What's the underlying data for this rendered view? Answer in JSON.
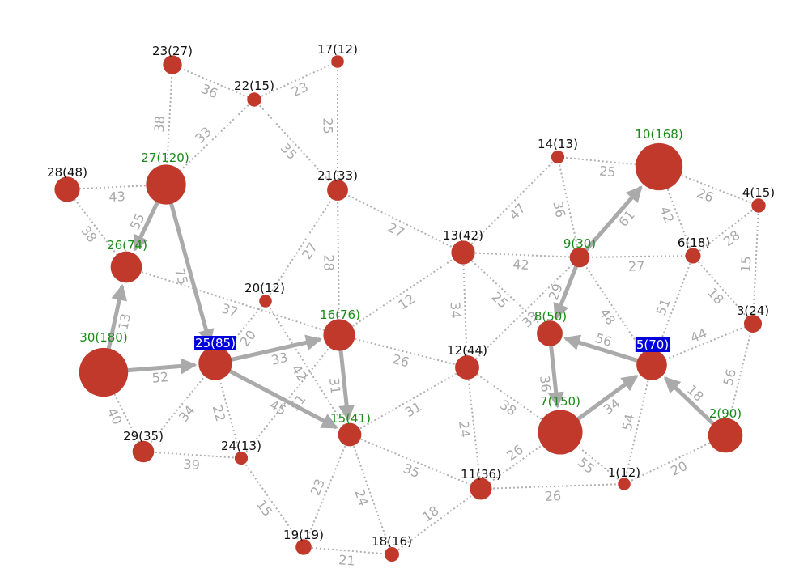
{
  "colors": {
    "node_fill": "#c0392b",
    "edge_dotted": "#b0b0b0",
    "edge_path": "#aaaaaa",
    "label_default": "#111111",
    "label_path": "#1a8a1a",
    "label_highlight_text": "#ffffff",
    "label_highlight_bg": "#0000dd",
    "edge_label": "#a9a9a9"
  },
  "nodes": [
    {
      "id": "1",
      "label": "1(12)",
      "weight": 12,
      "style": "default"
    },
    {
      "id": "2",
      "label": "2(90)",
      "weight": 90,
      "style": "path"
    },
    {
      "id": "3",
      "label": "3(24)",
      "weight": 24,
      "style": "default"
    },
    {
      "id": "4",
      "label": "4(15)",
      "weight": 15,
      "style": "default"
    },
    {
      "id": "5",
      "label": "5(70)",
      "weight": 70,
      "style": "highlight"
    },
    {
      "id": "6",
      "label": "6(18)",
      "weight": 18,
      "style": "default"
    },
    {
      "id": "7",
      "label": "7(150)",
      "weight": 150,
      "style": "path"
    },
    {
      "id": "8",
      "label": "8(50)",
      "weight": 50,
      "style": "path"
    },
    {
      "id": "9",
      "label": "9(30)",
      "weight": 30,
      "style": "path"
    },
    {
      "id": "10",
      "label": "10(168)",
      "weight": 168,
      "style": "path"
    },
    {
      "id": "11",
      "label": "11(36)",
      "weight": 36,
      "style": "default"
    },
    {
      "id": "12",
      "label": "12(44)",
      "weight": 44,
      "style": "default"
    },
    {
      "id": "13",
      "label": "13(42)",
      "weight": 42,
      "style": "default"
    },
    {
      "id": "14",
      "label": "14(13)",
      "weight": 13,
      "style": "default"
    },
    {
      "id": "15",
      "label": "15(41)",
      "weight": 41,
      "style": "path"
    },
    {
      "id": "16",
      "label": "16(76)",
      "weight": 76,
      "style": "path"
    },
    {
      "id": "17",
      "label": "17(12)",
      "weight": 12,
      "style": "default"
    },
    {
      "id": "18",
      "label": "18(16)",
      "weight": 16,
      "style": "default"
    },
    {
      "id": "19",
      "label": "19(19)",
      "weight": 19,
      "style": "default"
    },
    {
      "id": "20",
      "label": "20(12)",
      "weight": 12,
      "style": "default"
    },
    {
      "id": "21",
      "label": "21(33)",
      "weight": 33,
      "style": "default"
    },
    {
      "id": "22",
      "label": "22(15)",
      "weight": 15,
      "style": "default"
    },
    {
      "id": "23",
      "label": "23(27)",
      "weight": 27,
      "style": "default"
    },
    {
      "id": "24",
      "label": "24(13)",
      "weight": 13,
      "style": "default"
    },
    {
      "id": "25",
      "label": "25(85)",
      "weight": 85,
      "style": "highlight"
    },
    {
      "id": "26",
      "label": "26(74)",
      "weight": 74,
      "style": "path"
    },
    {
      "id": "27",
      "label": "27(120)",
      "weight": 120,
      "style": "path"
    },
    {
      "id": "28",
      "label": "28(48)",
      "weight": 48,
      "style": "default"
    },
    {
      "id": "29",
      "label": "29(35)",
      "weight": 35,
      "style": "default"
    },
    {
      "id": "30",
      "label": "30(180)",
      "weight": 180,
      "style": "path"
    }
  ],
  "edges": [
    {
      "from": "23",
      "to": "22",
      "weight": "36",
      "directed": false
    },
    {
      "from": "22",
      "to": "17",
      "weight": "23",
      "directed": false
    },
    {
      "from": "23",
      "to": "27",
      "weight": "38",
      "directed": false
    },
    {
      "from": "22",
      "to": "27",
      "weight": "33",
      "directed": false
    },
    {
      "from": "22",
      "to": "21",
      "weight": "35",
      "directed": false
    },
    {
      "from": "17",
      "to": "21",
      "weight": "25",
      "directed": false
    },
    {
      "from": "28",
      "to": "27",
      "weight": "43",
      "directed": false
    },
    {
      "from": "28",
      "to": "26",
      "weight": "38",
      "directed": false
    },
    {
      "from": "27",
      "to": "26",
      "weight": "55",
      "directed": true
    },
    {
      "from": "27",
      "to": "25",
      "weight": "75",
      "directed": true
    },
    {
      "from": "26",
      "to": "16",
      "weight": "37",
      "directed": false
    },
    {
      "from": "30",
      "to": "26",
      "weight": "13",
      "directed": true
    },
    {
      "from": "30",
      "to": "25",
      "weight": "52",
      "directed": true
    },
    {
      "from": "30",
      "to": "29",
      "weight": "40",
      "directed": false
    },
    {
      "from": "29",
      "to": "25",
      "weight": "34",
      "directed": false
    },
    {
      "from": "29",
      "to": "24",
      "weight": "39",
      "directed": false
    },
    {
      "from": "25",
      "to": "20",
      "weight": "20",
      "directed": false
    },
    {
      "from": "25",
      "to": "24",
      "weight": "22",
      "directed": false
    },
    {
      "from": "25",
      "to": "16",
      "weight": "33",
      "directed": true
    },
    {
      "from": "25",
      "to": "15",
      "weight": "45",
      "directed": true
    },
    {
      "from": "20",
      "to": "21",
      "weight": "27",
      "directed": false
    },
    {
      "from": "20",
      "to": "15",
      "weight": "42",
      "directed": false
    },
    {
      "from": "24",
      "to": "16",
      "weight": "51",
      "directed": false
    },
    {
      "from": "24",
      "to": "19",
      "weight": "15",
      "directed": false
    },
    {
      "from": "21",
      "to": "16",
      "weight": "28",
      "directed": false
    },
    {
      "from": "21",
      "to": "13",
      "weight": "27",
      "directed": false
    },
    {
      "from": "16",
      "to": "15",
      "weight": "31",
      "directed": true
    },
    {
      "from": "16",
      "to": "13",
      "weight": "12",
      "directed": false
    },
    {
      "from": "16",
      "to": "12",
      "weight": "26",
      "directed": false
    },
    {
      "from": "15",
      "to": "12",
      "weight": "31",
      "directed": false
    },
    {
      "from": "15",
      "to": "11",
      "weight": "35",
      "directed": false
    },
    {
      "from": "15",
      "to": "19",
      "weight": "23",
      "directed": false
    },
    {
      "from": "15",
      "to": "18",
      "weight": "24",
      "directed": false
    },
    {
      "from": "19",
      "to": "18",
      "weight": "21",
      "directed": false
    },
    {
      "from": "11",
      "to": "18",
      "weight": "18",
      "directed": false
    },
    {
      "from": "13",
      "to": "14",
      "weight": "47",
      "directed": false
    },
    {
      "from": "13",
      "to": "9",
      "weight": "42",
      "directed": false
    },
    {
      "from": "13",
      "to": "12",
      "weight": "34",
      "directed": false
    },
    {
      "from": "13",
      "to": "8",
      "weight": "25",
      "directed": false
    },
    {
      "from": "12",
      "to": "9",
      "weight": "33",
      "directed": false
    },
    {
      "from": "12",
      "to": "11",
      "weight": "24",
      "directed": false
    },
    {
      "from": "12",
      "to": "7",
      "weight": "38",
      "directed": false
    },
    {
      "from": "14",
      "to": "10",
      "weight": "25",
      "directed": false
    },
    {
      "from": "14",
      "to": "9",
      "weight": "36",
      "directed": false
    },
    {
      "from": "9",
      "to": "10",
      "weight": "61",
      "directed": true
    },
    {
      "from": "9",
      "to": "8",
      "weight": "29",
      "directed": true
    },
    {
      "from": "9",
      "to": "6",
      "weight": "27",
      "directed": false
    },
    {
      "from": "9",
      "to": "5",
      "weight": "48",
      "directed": false
    },
    {
      "from": "10",
      "to": "4",
      "weight": "26",
      "directed": false
    },
    {
      "from": "10",
      "to": "6",
      "weight": "42",
      "directed": false
    },
    {
      "from": "6",
      "to": "4",
      "weight": "28",
      "directed": false
    },
    {
      "from": "6",
      "to": "3",
      "weight": "18",
      "directed": false
    },
    {
      "from": "6",
      "to": "5",
      "weight": "51",
      "directed": false
    },
    {
      "from": "4",
      "to": "3",
      "weight": "15",
      "directed": false
    },
    {
      "from": "3",
      "to": "5",
      "weight": "44",
      "directed": false
    },
    {
      "from": "3",
      "to": "2",
      "weight": "56",
      "directed": false
    },
    {
      "from": "5",
      "to": "8",
      "weight": "56",
      "directed": true
    },
    {
      "from": "8",
      "to": "7",
      "weight": "36",
      "directed": true
    },
    {
      "from": "7",
      "to": "5",
      "weight": "34",
      "directed": true
    },
    {
      "from": "2",
      "to": "5",
      "weight": "18",
      "directed": true
    },
    {
      "from": "5",
      "to": "1",
      "weight": "54",
      "directed": false
    },
    {
      "from": "7",
      "to": "1",
      "weight": "55",
      "directed": false
    },
    {
      "from": "7",
      "to": "11",
      "weight": "26",
      "directed": false
    },
    {
      "from": "11",
      "to": "1",
      "weight": "26",
      "directed": false
    },
    {
      "from": "1",
      "to": "2",
      "weight": "20",
      "directed": false
    }
  ]
}
